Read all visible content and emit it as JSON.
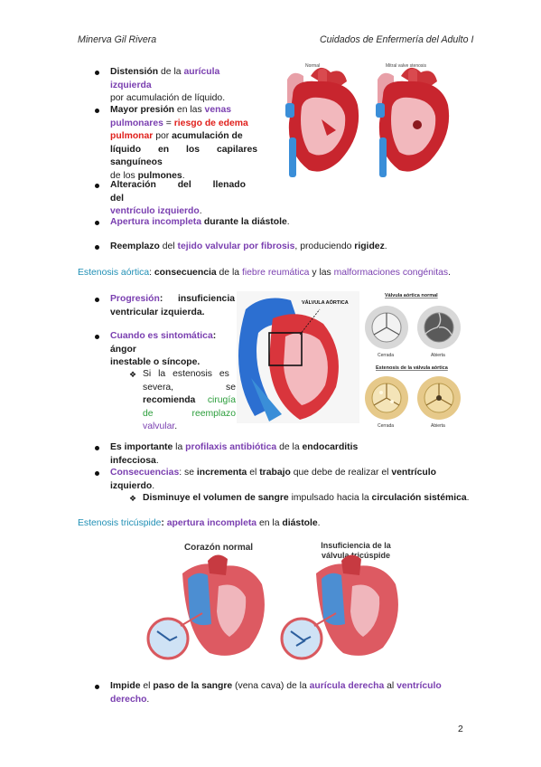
{
  "header": {
    "author": "Minerva Gil Rivera",
    "course": "Cuidados de Enfermería del Adulto I"
  },
  "fig1": {
    "label_normal": "Normal",
    "label_stenosis": "Mitral valve stenosis"
  },
  "mitral_bullets": [
    {
      "p1": "Distensión",
      "p2": " de la ",
      "p3": "aurícula izquierda",
      "p4": "por acumulación de líquido."
    },
    {
      "p1": "Mayor presión",
      "p2": " en las ",
      "p3": "venas",
      "p4": "pulmonares",
      "p5": " = ",
      "p6": "riesgo de edema",
      "p7": "pulmonar",
      "p8": " por ",
      "p9": "acumulación de",
      "p10": "líquido en los capilares sanguíneos",
      "p11": "de los ",
      "p12": "pulmones",
      "p13": "."
    },
    {
      "p1": "Alteración del llenado del",
      "p2": "ventrículo izquierdo",
      "p3": "."
    },
    {
      "p1": "Apertura incompleta",
      "p2": " durante la ",
      "p3": "diástole",
      "p4": "."
    },
    {
      "p1": "Reemplazo",
      "p2": " del ",
      "p3": "tejido valvular por fibrosis",
      "p4": ", produciendo ",
      "p5": "rigidez",
      "p6": "."
    }
  ],
  "aortic": {
    "heading_a": "Estenosis aórtica",
    "heading_b": ": ",
    "heading_c": "consecuencia",
    "heading_d": " de la ",
    "heading_e": "fiebre reumática",
    "heading_f": " y las ",
    "heading_g": "malformaciones congénitas",
    "heading_h": ".",
    "b1_a": "Progresión",
    "b1_b": ":",
    "b1_c": "insuficiencia",
    "b1_d": "ventricular izquierda.",
    "b2_a": "Cuando es sintomática",
    "b2_b": ": ángor",
    "b2_c": "inestable o síncope.",
    "sub_l1": "Si la estenosis es",
    "sub_l2a": "severa,",
    "sub_l2b": "se",
    "sub_l3a": "recomienda",
    "sub_l3b": "cirugía",
    "sub_l4a": "de",
    "sub_l4b": "reemplazo",
    "sub_l5a": "valvular",
    "sub_l5b": ".",
    "fig_valve_label": "VÁLVULA AÓRTICA",
    "fig_normal_title": "Válvula aórtica normal",
    "fig_closed": "Cerrada",
    "fig_open": "Abierta",
    "fig_stenosis_title": "Estenosis de la válvula aórtica",
    "b3_a": "Es importante",
    "b3_b": " la ",
    "b3_c": "profilaxis antibiótica",
    "b3_d": " de la ",
    "b3_e": "endocarditis infecciosa",
    "b3_f": ".",
    "b4_a": "Consecuencias",
    "b4_b": ": se ",
    "b4_c": "incrementa",
    "b4_d": " el ",
    "b4_e": "trabajo",
    "b4_f": " que debe de realizar el ",
    "b4_g": "ventrículo izquierdo",
    "b4_h": ".",
    "sub2_a": "Disminuye",
    "sub2_b": " el ",
    "sub2_c": "volumen de sangre",
    "sub2_d": " impulsado hacia la ",
    "sub2_e": "circulación sistémica",
    "sub2_f": "."
  },
  "tricuspid": {
    "heading_a": "Estenosis tricúspide",
    "heading_b": ": ",
    "heading_c": "apertura incompleta",
    "heading_d": " en la ",
    "heading_e": "diástole",
    "heading_f": ".",
    "fig_title_normal": "Corazón normal",
    "fig_title_insuf_1": "Insuficiencia de la",
    "fig_title_insuf_2": "válvula tricúspide",
    "b1_a": "Impide",
    "b1_b": " el ",
    "b1_c": "paso de la sangre",
    "b1_d": " (vena cava) de la ",
    "b1_e": "aurícula derecha",
    "b1_f": " al ",
    "b1_g": "ventrículo derecho",
    "b1_h": "."
  },
  "footer": {
    "page_number": "2"
  },
  "colors": {
    "purple": "#7a3fb0",
    "red": "#e0201c",
    "green": "#2a9d3a",
    "teal": "#1f8fb5"
  }
}
